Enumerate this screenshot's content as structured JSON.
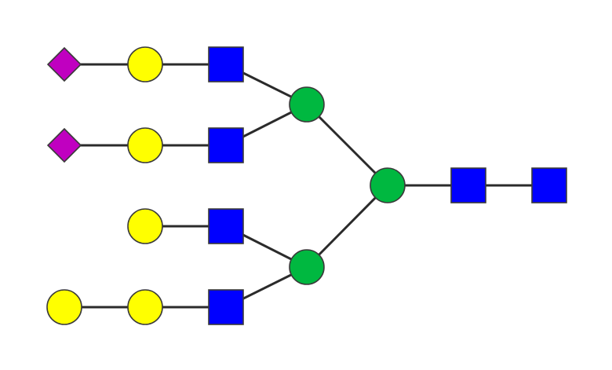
{
  "colors": {
    "sialic_acid": "#C000C0",
    "galactose": "#FFFF00",
    "glcnac": "#0000FF",
    "mannose": "#00B840",
    "outline": "#3a3a3a",
    "edge": "#2b2b2b",
    "background": "#FFFFFF"
  },
  "nodes": [
    {
      "id": "neu5ac-1",
      "shape": "diamond",
      "color_key": "sialic_acid"
    },
    {
      "id": "gal-1",
      "shape": "circle",
      "color_key": "galactose"
    },
    {
      "id": "glcnac-1",
      "shape": "square",
      "color_key": "glcnac"
    },
    {
      "id": "neu5ac-2",
      "shape": "diamond",
      "color_key": "sialic_acid"
    },
    {
      "id": "gal-2",
      "shape": "circle",
      "color_key": "galactose"
    },
    {
      "id": "glcnac-2",
      "shape": "square",
      "color_key": "glcnac"
    },
    {
      "id": "gal-3",
      "shape": "circle",
      "color_key": "galactose"
    },
    {
      "id": "glcnac-3",
      "shape": "square",
      "color_key": "glcnac"
    },
    {
      "id": "gal-4a",
      "shape": "circle",
      "color_key": "galactose"
    },
    {
      "id": "gal-4b",
      "shape": "circle",
      "color_key": "galactose"
    },
    {
      "id": "glcnac-4",
      "shape": "square",
      "color_key": "glcnac"
    },
    {
      "id": "man-upper",
      "shape": "circle",
      "color_key": "mannose"
    },
    {
      "id": "man-lower",
      "shape": "circle",
      "color_key": "mannose"
    },
    {
      "id": "man-core",
      "shape": "circle",
      "color_key": "mannose"
    },
    {
      "id": "glcnac-core-1",
      "shape": "square",
      "color_key": "glcnac"
    },
    {
      "id": "glcnac-core-2",
      "shape": "square",
      "color_key": "glcnac"
    }
  ],
  "edges": [
    [
      "neu5ac-1",
      "gal-1"
    ],
    [
      "gal-1",
      "glcnac-1"
    ],
    [
      "glcnac-1",
      "man-upper"
    ],
    [
      "neu5ac-2",
      "gal-2"
    ],
    [
      "gal-2",
      "glcnac-2"
    ],
    [
      "glcnac-2",
      "man-upper"
    ],
    [
      "gal-3",
      "glcnac-3"
    ],
    [
      "glcnac-3",
      "man-lower"
    ],
    [
      "gal-4a",
      "gal-4b"
    ],
    [
      "gal-4b",
      "glcnac-4"
    ],
    [
      "glcnac-4",
      "man-lower"
    ],
    [
      "man-upper",
      "man-core"
    ],
    [
      "man-lower",
      "man-core"
    ],
    [
      "man-core",
      "glcnac-core-1"
    ],
    [
      "glcnac-core-1",
      "glcnac-core-2"
    ]
  ]
}
